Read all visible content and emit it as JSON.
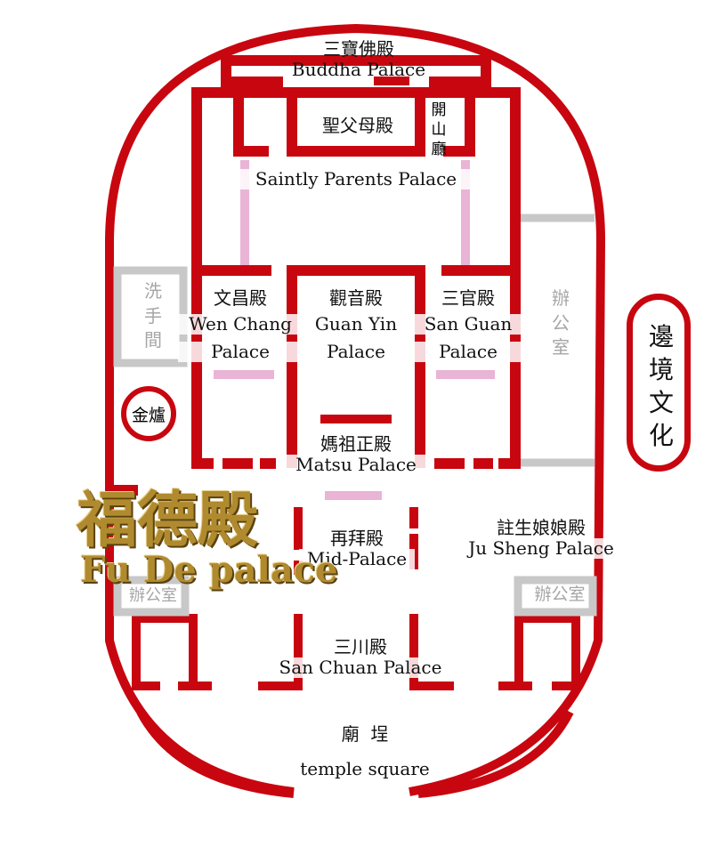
{
  "colors": {
    "wall": "#c8060f",
    "passage": "#e9b4d6",
    "office_wall": "#c8c8c8",
    "gold": "#b08a2e"
  },
  "halls": {
    "buddha": {
      "zh": "三寶佛殿",
      "en": "Buddha Palace"
    },
    "saintly_parents": {
      "zh": "聖父母殿",
      "en": "Saintly Parents Palace"
    },
    "kaishan": {
      "zh": "開山廳"
    },
    "wen_chang": {
      "zh": "文昌殿",
      "en1": "Wen Chang",
      "en2": "Palace"
    },
    "guan_yin": {
      "zh": "觀音殿",
      "en1": "Guan Yin",
      "en2": "Palace"
    },
    "san_guan": {
      "zh": "三官殿",
      "en1": "San Guan",
      "en2": "Palace"
    },
    "matsu": {
      "zh": "媽祖正殿",
      "en": "Matsu Palace"
    },
    "mid": {
      "zh": "再拜殿",
      "en": "Mid-Palace"
    },
    "ju_sheng": {
      "zh": "註生娘娘殿",
      "en": "Ju Sheng Palace"
    },
    "san_chuan": {
      "zh": "三川殿",
      "en": "San Chuan Palace"
    },
    "square": {
      "zh": "廟  埕",
      "en": "temple square"
    },
    "fu_de": {
      "zh": "福德殿",
      "en": "Fu De palace"
    }
  },
  "facilities": {
    "restroom": "洗手間",
    "office_east_vertical": "辦公室",
    "office_east": "辦公室",
    "office_west": "辦公室",
    "furnace": "金爐"
  },
  "badge": "邊境文化"
}
